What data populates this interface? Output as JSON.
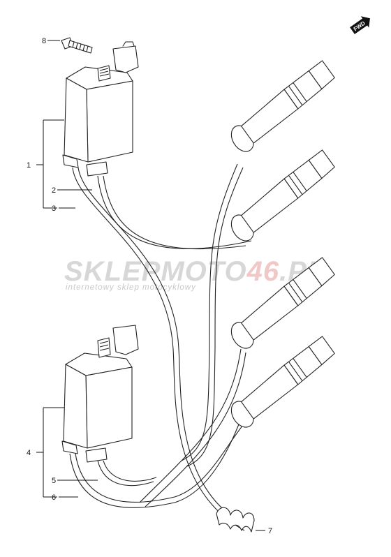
{
  "watermark": {
    "brand_prefix": "SKLEP",
    "brand_mid": "MOTO",
    "brand_accent": "46",
    "brand_suffix": ".PL",
    "tagline": "internetowy sklep motocyklowy",
    "accent_color": "#f0c8c8"
  },
  "fwd_badge": {
    "text": "FWD"
  },
  "callouts": [
    {
      "id": "1",
      "label": "1"
    },
    {
      "id": "2",
      "label": "2"
    },
    {
      "id": "3",
      "label": "3"
    },
    {
      "id": "4",
      "label": "4"
    },
    {
      "id": "5",
      "label": "5"
    },
    {
      "id": "6",
      "label": "6"
    },
    {
      "id": "7",
      "label": "7"
    },
    {
      "id": "8",
      "label": "8"
    }
  ]
}
